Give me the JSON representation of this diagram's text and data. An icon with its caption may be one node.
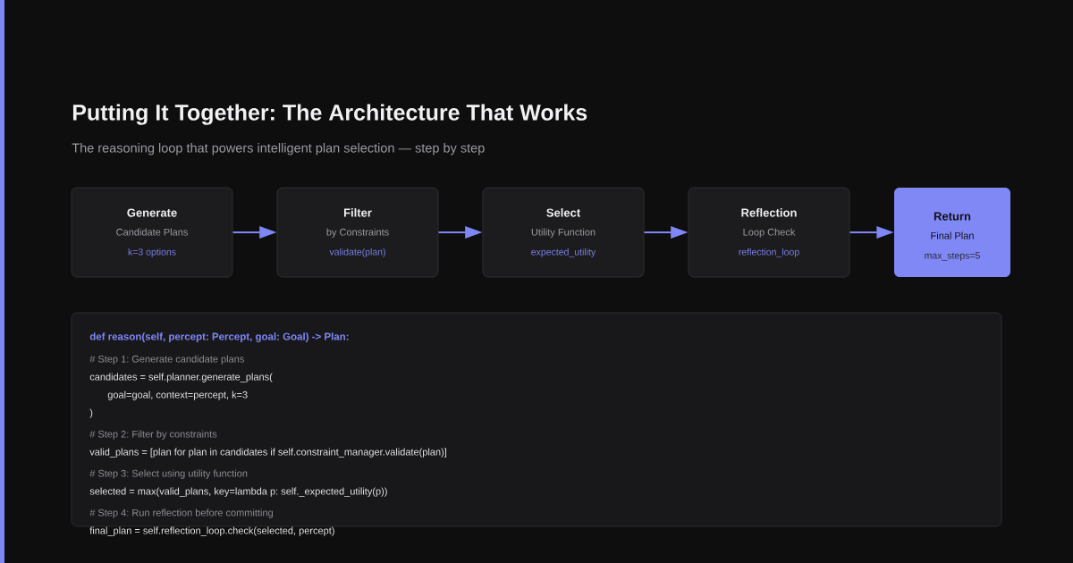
{
  "diagram": {
    "title": "Putting It Together: The Architecture That Works",
    "nodes": [
      {
        "text": [
          "Generate",
          "Candidate Plans",
          "k=3 options"
        ]
      },
      {
        "text": [
          "Filter",
          "by Constraints",
          "validate(plan)"
        ]
      },
      {
        "text": [
          "Select",
          "Utility Function",
          "expected_utility"
        ]
      },
      {
        "text": [
          "Reflection",
          "Loop Check",
          "reflection_loop"
        ]
      },
      {
        "text": [
          "Return",
          "Final Plan",
          "max_steps=5"
        ]
      },
      {
        "text": [
          "def reason(self, percept: Percept, goal: Goal) -> Plan:",
          "# Step 1: Generate candidate plans",
          "candidates = self.planner.generate_plans(",
          "goal=goal, context=percept, k=3",
          ")",
          "# Step 2: Filter by constraints",
          "valid_plans = [plan for plan in candidates if self.constraint_manager.validate(plan)]",
          "# Step 3: Select using utility function",
          "selected = max(valid_plans, key=lambda p: self._expected_utility(p))",
          "# Step 4: Run reflection before committing",
          "final_plan = self.reflection_loop.check(selected, percept)"
        ]
      }
    ],
    "edges": [
      {
        "from": 0,
        "to": 1,
        "arrow": "to"
      },
      {
        "from": 1,
        "to": 2,
        "arrow": "to"
      },
      {
        "from": 2,
        "to": 3,
        "arrow": "to"
      },
      {
        "from": 3,
        "to": 4,
        "arrow": "to"
      }
    ],
    "labels": [
      "The reasoning loop that powers intelligent plan selection — step by step"
    ]
  }
}
